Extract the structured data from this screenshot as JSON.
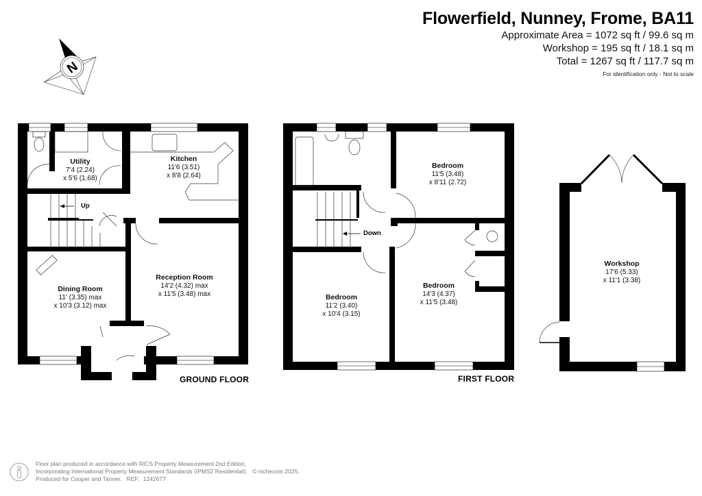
{
  "header": {
    "title": "Flowerfield, Nunney, Frome, BA11",
    "areas": [
      "Approximate Area = 1072 sq ft / 99.6 sq m",
      "Workshop = 195 sq ft / 18.1 sq m",
      "Total = 1267 sq ft / 117.7 sq m"
    ],
    "disclaimer": "For identification only - Not to scale"
  },
  "compass": {
    "icon": "north-arrow-compass-icon",
    "letter": "N"
  },
  "ground_floor": {
    "label": "GROUND FLOOR",
    "stairs_label": "Up",
    "rooms": [
      {
        "name": "Utility",
        "dim1": "7'4 (2.24)",
        "dim2": "x 5'6 (1.68)"
      },
      {
        "name": "Kitchen",
        "dim1": "11'6 (3.51)",
        "dim2": "x 8'8 (2.64)"
      },
      {
        "name": "Dining Room",
        "dim1": "11' (3.35) max",
        "dim2": "x 10'3 (3.12) max"
      },
      {
        "name": "Reception Room",
        "dim1": "14'2 (4.32) max",
        "dim2": "x 11'5 (3.48) max"
      }
    ]
  },
  "first_floor": {
    "label": "FIRST FLOOR",
    "stairs_label": "Down",
    "rooms": [
      {
        "name": "Bedroom",
        "dim1": "11'5 (3.48)",
        "dim2": "x 8'11 (2.72)"
      },
      {
        "name": "Bedroom",
        "dim1": "11'2 (3.40)",
        "dim2": "x 10'4 (3.15)"
      },
      {
        "name": "Bedroom",
        "dim1": "14'3 (4.37)",
        "dim2": "x 11'5 (3.48)"
      }
    ]
  },
  "workshop": {
    "rooms": [
      {
        "name": "Workshop",
        "dim1": "17'6 (5.33)",
        "dim2": "x 11'1 (3.38)"
      }
    ]
  },
  "footer": {
    "lines": [
      "Floor plan produced in accordance with RICS Property Measurement 2nd Edition,",
      "Incorporating International Property Measurement Standards (IPMS2 Residential).   © nichecom 2025.",
      "Produced for Cooper and Tanner.   REF:  1242677"
    ],
    "icon": "person-info-icon"
  }
}
